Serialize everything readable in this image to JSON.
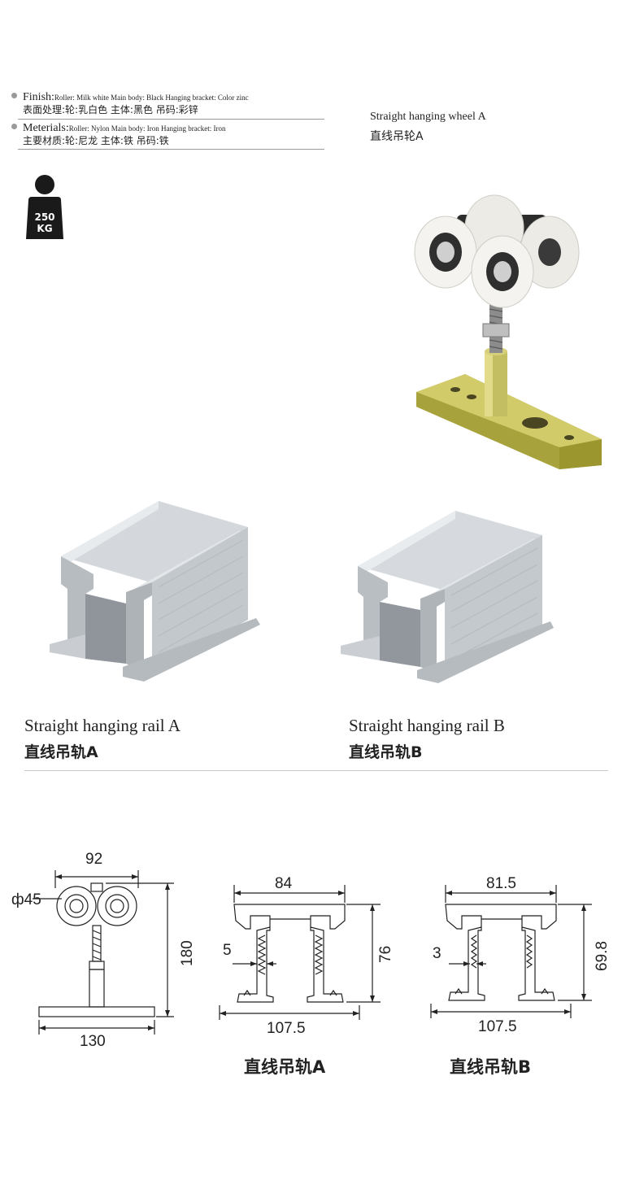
{
  "specs": {
    "finish": {
      "en_label": "Finish:",
      "en_details": "Roller: Milk white   Main body: Black   Hanging bracket: Color  zinc",
      "zh": "表面处理:轮:乳白色    主体:黑色    吊码:彩锌"
    },
    "materials": {
      "en_label": "Meterials:",
      "en_details": "Roller: Nylon   Main body: Iron   Hanging bracket: Iron",
      "zh": "主要材质:轮:尼龙       主体:铁    吊码:铁"
    }
  },
  "load_badge": {
    "value": "250",
    "unit": "KG"
  },
  "products": {
    "wheel": {
      "title_en": "Straight hanging wheel A",
      "title_zh": "直线吊轮A"
    },
    "rail_a": {
      "title_en": "Straight hanging rail A",
      "title_zh": "直线吊轨A"
    },
    "rail_b": {
      "title_en": "Straight hanging rail B",
      "title_zh": "直线吊轨B"
    }
  },
  "drawings": {
    "wheel": {
      "width_top": "92",
      "diameter": "ф45",
      "height": "180",
      "base_width": "130"
    },
    "rail_a": {
      "top_width": "84",
      "wall": "5",
      "height": "76",
      "bottom_width": "107.5",
      "caption": "直线吊轨A"
    },
    "rail_b": {
      "top_width": "81.5",
      "wall": "3",
      "height": "69.8",
      "bottom_width": "107.5",
      "caption": "直线吊轨B"
    }
  },
  "colors": {
    "aluminum": "#c9cdd1",
    "roller": "#f2f1ee",
    "bracket": "#c2bb55",
    "badge": "#1a1a1a"
  }
}
